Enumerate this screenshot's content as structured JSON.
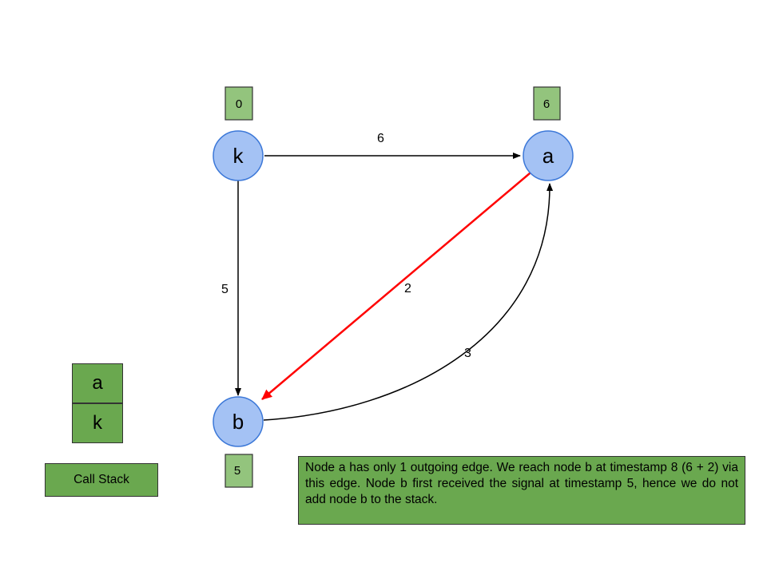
{
  "nodes": [
    {
      "id": "k",
      "label": "k",
      "timestamp": "0"
    },
    {
      "id": "a",
      "label": "a",
      "timestamp": "6"
    },
    {
      "id": "b",
      "label": "b",
      "timestamp": "5"
    }
  ],
  "edges": [
    {
      "from": "k",
      "to": "a",
      "weight": "6",
      "highlighted": false
    },
    {
      "from": "k",
      "to": "b",
      "weight": "5",
      "highlighted": false
    },
    {
      "from": "a",
      "to": "b",
      "weight": "2",
      "highlighted": true
    },
    {
      "from": "b",
      "to": "a",
      "weight": "3",
      "highlighted": false
    }
  ],
  "call_stack": {
    "items": [
      "a",
      "k"
    ],
    "label": "Call Stack"
  },
  "description": "Node a has only 1 outgoing edge. We reach node b at timestamp 8 (6 + 2) via this edge. Node b first received the signal at timestamp 5, hence we do not add node b to the stack.",
  "colors": {
    "node_fill": "#a4c2f4",
    "node_stroke": "#3c78d8",
    "timestamp_fill": "#93c47d",
    "panel_fill": "#6aa84f",
    "highlight_edge": "#ff0000",
    "edge": "#000000"
  }
}
